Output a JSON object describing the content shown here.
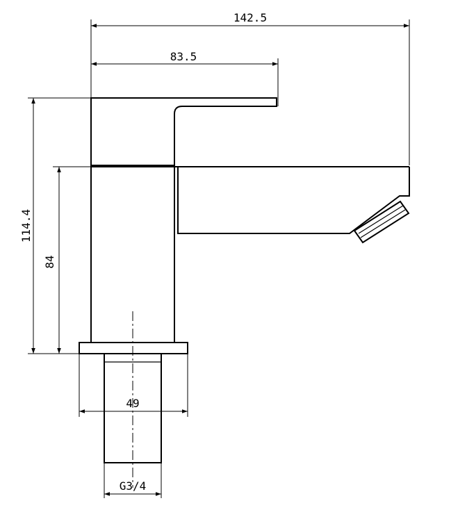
{
  "dimensions": {
    "overall_length": "142.5",
    "handle_length": "83.5",
    "overall_height": "114.4",
    "body_height": "84",
    "base_width": "49",
    "thread": "G3/4"
  }
}
